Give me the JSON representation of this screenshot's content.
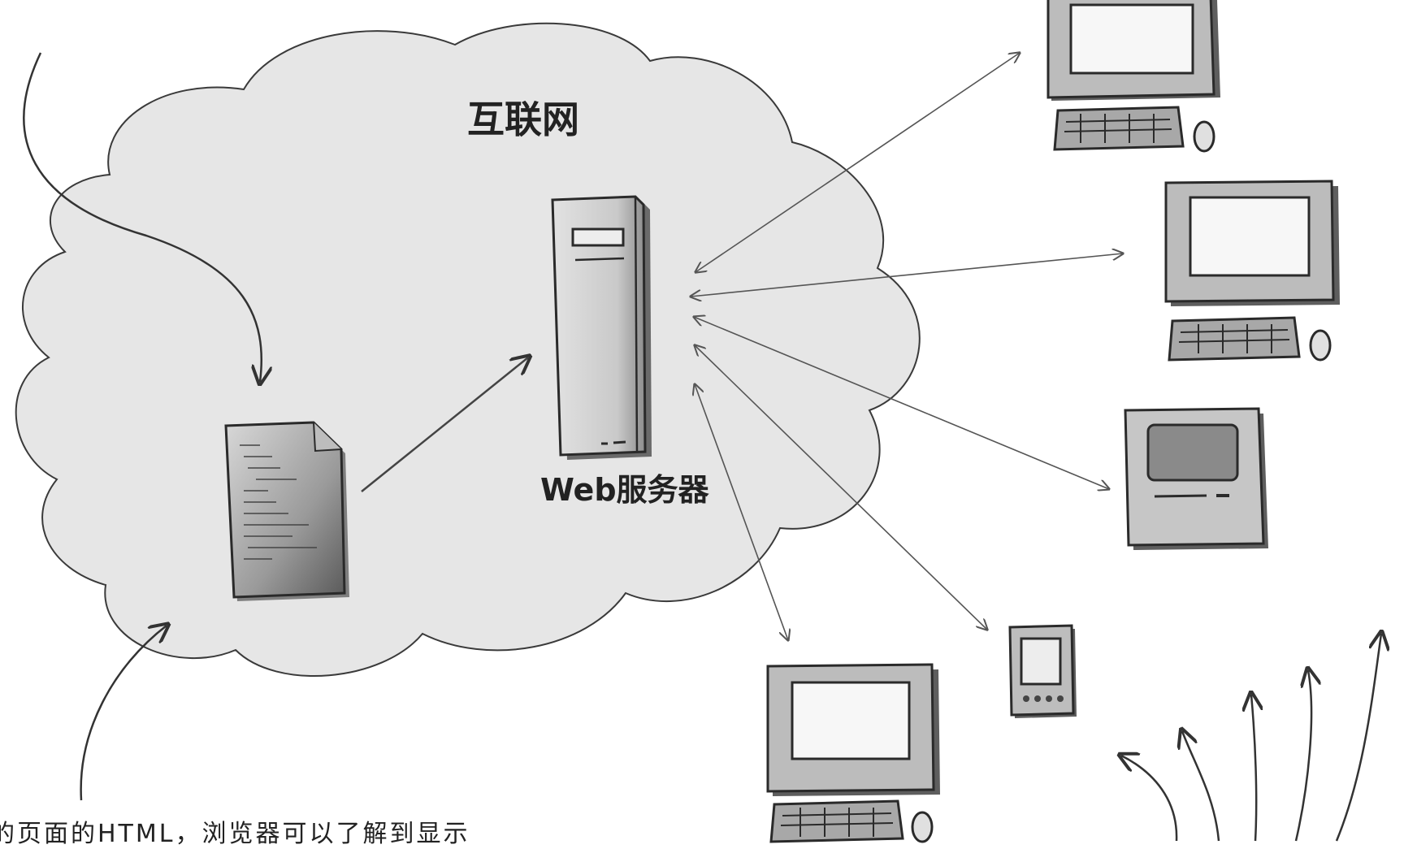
{
  "cloud_label": "互联网",
  "server_label": "Web服务器",
  "caption_fragment": "的页面的HTML，浏览器可以了解到显示",
  "colors": {
    "cloud_fill": "#e6e6e6",
    "outline": "#3a3a3a",
    "screen": "#f7f7f7",
    "device_body": "#b9b9b9"
  },
  "icons": {
    "document": "html-document-icon",
    "server": "server-tower-icon",
    "computers": "desktop-computer-icon",
    "retro_mac": "classic-mac-icon",
    "handheld": "pda-icon"
  }
}
